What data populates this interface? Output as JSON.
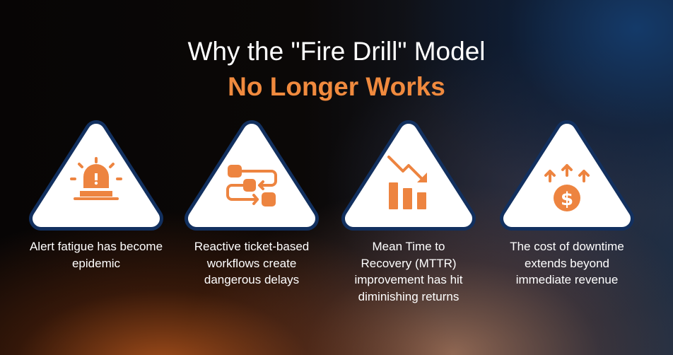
{
  "title": {
    "line1": "Why the \"Fire Drill\" Model",
    "line2": "No Longer Works"
  },
  "colors": {
    "accent": "#f08a3e",
    "border": "#12305f",
    "card": "#ffffff"
  },
  "cards": [
    {
      "icon": "siren-alert-icon",
      "caption": "Alert fatigue has become epidemic"
    },
    {
      "icon": "workflow-process-icon",
      "caption": "Reactive ticket-based workflows create dangerous delays"
    },
    {
      "icon": "declining-chart-icon",
      "caption": "Mean Time to Recovery (MTTR) improvement has hit diminishing returns"
    },
    {
      "icon": "rising-cost-dollar-icon",
      "caption": "The cost of downtime extends beyond immediate revenue"
    }
  ]
}
